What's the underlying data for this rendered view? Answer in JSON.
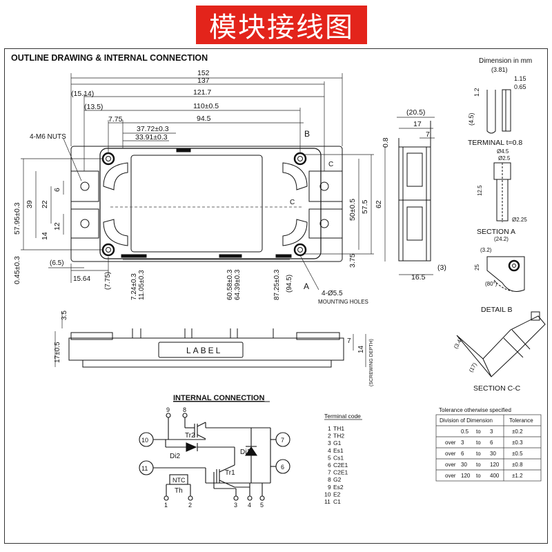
{
  "banner": {
    "title": "模块接线图",
    "color": "#e3241b"
  },
  "drawing": {
    "title": "OUTLINE DRAWING & INTERNAL CONNECTION",
    "unit_note": "Dimension in mm",
    "label_text": "LABEL",
    "mounting_holes": "4-Ø5.5",
    "mounting_caption": "MOUNTING HOLES",
    "nuts": "4-M6 NUTS",
    "screwing_depth": "(SCREWING DEPTH)",
    "dims_top": [
      "152",
      "137",
      "121.7",
      "110±0.5",
      "94.5",
      "37.72±0.3",
      "33.91±0.3",
      "(15.14)",
      "(13.5)",
      "7.75"
    ],
    "dims_left": [
      "57.95±0.3",
      "39",
      "22",
      "12",
      "14",
      "6",
      "0.45±0.3"
    ],
    "dims_bottom": [
      "(6.5)",
      "15.64",
      "(7.75)",
      "7.24±0.3",
      "11.05±0.3",
      "60.58±0.3",
      "64.39±0.3",
      "87.25±0.3",
      "(94.5)"
    ],
    "dims_right": [
      "50±0.5",
      "57.5",
      "62",
      "3.75"
    ],
    "side_dims": [
      "(20.5)",
      "17",
      "7",
      "0.8",
      "16.5",
      "(3)"
    ],
    "front_dims": [
      "3.5",
      "17±0.5",
      "7",
      "14"
    ],
    "markers": [
      "A",
      "B",
      "C",
      "C"
    ]
  },
  "details": {
    "terminal_dims": [
      "(3.81)",
      "1.15",
      "0.65",
      "1.2",
      "(4.5)"
    ],
    "terminal_caption": "TERMINAL t=0.8",
    "section_a_dims": [
      "Ø4.5",
      "Ø2.5",
      "12.5",
      "Ø2.25"
    ],
    "section_a": "SECTION A",
    "detail_b_dims": [
      "(24.2)",
      "(3.2)",
      "25",
      "(80°)"
    ],
    "detail_b": "DETAIL B",
    "section_cc_dims": [
      "(3.4)",
      "(17)"
    ],
    "section_cc": "SECTION C-C"
  },
  "circuit": {
    "title": "INTERNAL CONNECTION",
    "pins": [
      "9",
      "8",
      "10",
      "11",
      "7",
      "6",
      "1",
      "2",
      "3",
      "4",
      "5"
    ],
    "parts": {
      "tr2": "Tr2",
      "tr1": "Tr1",
      "di2": "Di2",
      "di1": "Di1",
      "ntc": "NTC",
      "th": "Th"
    }
  },
  "terminal_code": {
    "title": "Terminal code",
    "rows": [
      {
        "n": "1",
        "name": "TH1"
      },
      {
        "n": "2",
        "name": "TH2"
      },
      {
        "n": "3",
        "name": "G1"
      },
      {
        "n": "4",
        "name": "Es1"
      },
      {
        "n": "5",
        "name": "Cs1"
      },
      {
        "n": "6",
        "name": "C2E1"
      },
      {
        "n": "7",
        "name": "C2E1"
      },
      {
        "n": "8",
        "name": "G2"
      },
      {
        "n": "9",
        "name": "Es2"
      },
      {
        "n": "10",
        "name": "E2"
      },
      {
        "n": "11",
        "name": "C1"
      }
    ]
  },
  "tolerance": {
    "title": "Tolerance otherwise specified",
    "headers": [
      "Division of Dimension",
      "Tolerance"
    ],
    "rows": [
      {
        "pre": "",
        "from": "0.5",
        "to": "to",
        "upper": "3",
        "tol": "±0.2"
      },
      {
        "pre": "over",
        "from": "3",
        "to": "to",
        "upper": "6",
        "tol": "±0.3"
      },
      {
        "pre": "over",
        "from": "6",
        "to": "to",
        "upper": "30",
        "tol": "±0.5"
      },
      {
        "pre": "over",
        "from": "30",
        "to": "to",
        "upper": "120",
        "tol": "±0.8"
      },
      {
        "pre": "over",
        "from": "120",
        "to": "to",
        "upper": "400",
        "tol": "±1.2"
      }
    ]
  }
}
